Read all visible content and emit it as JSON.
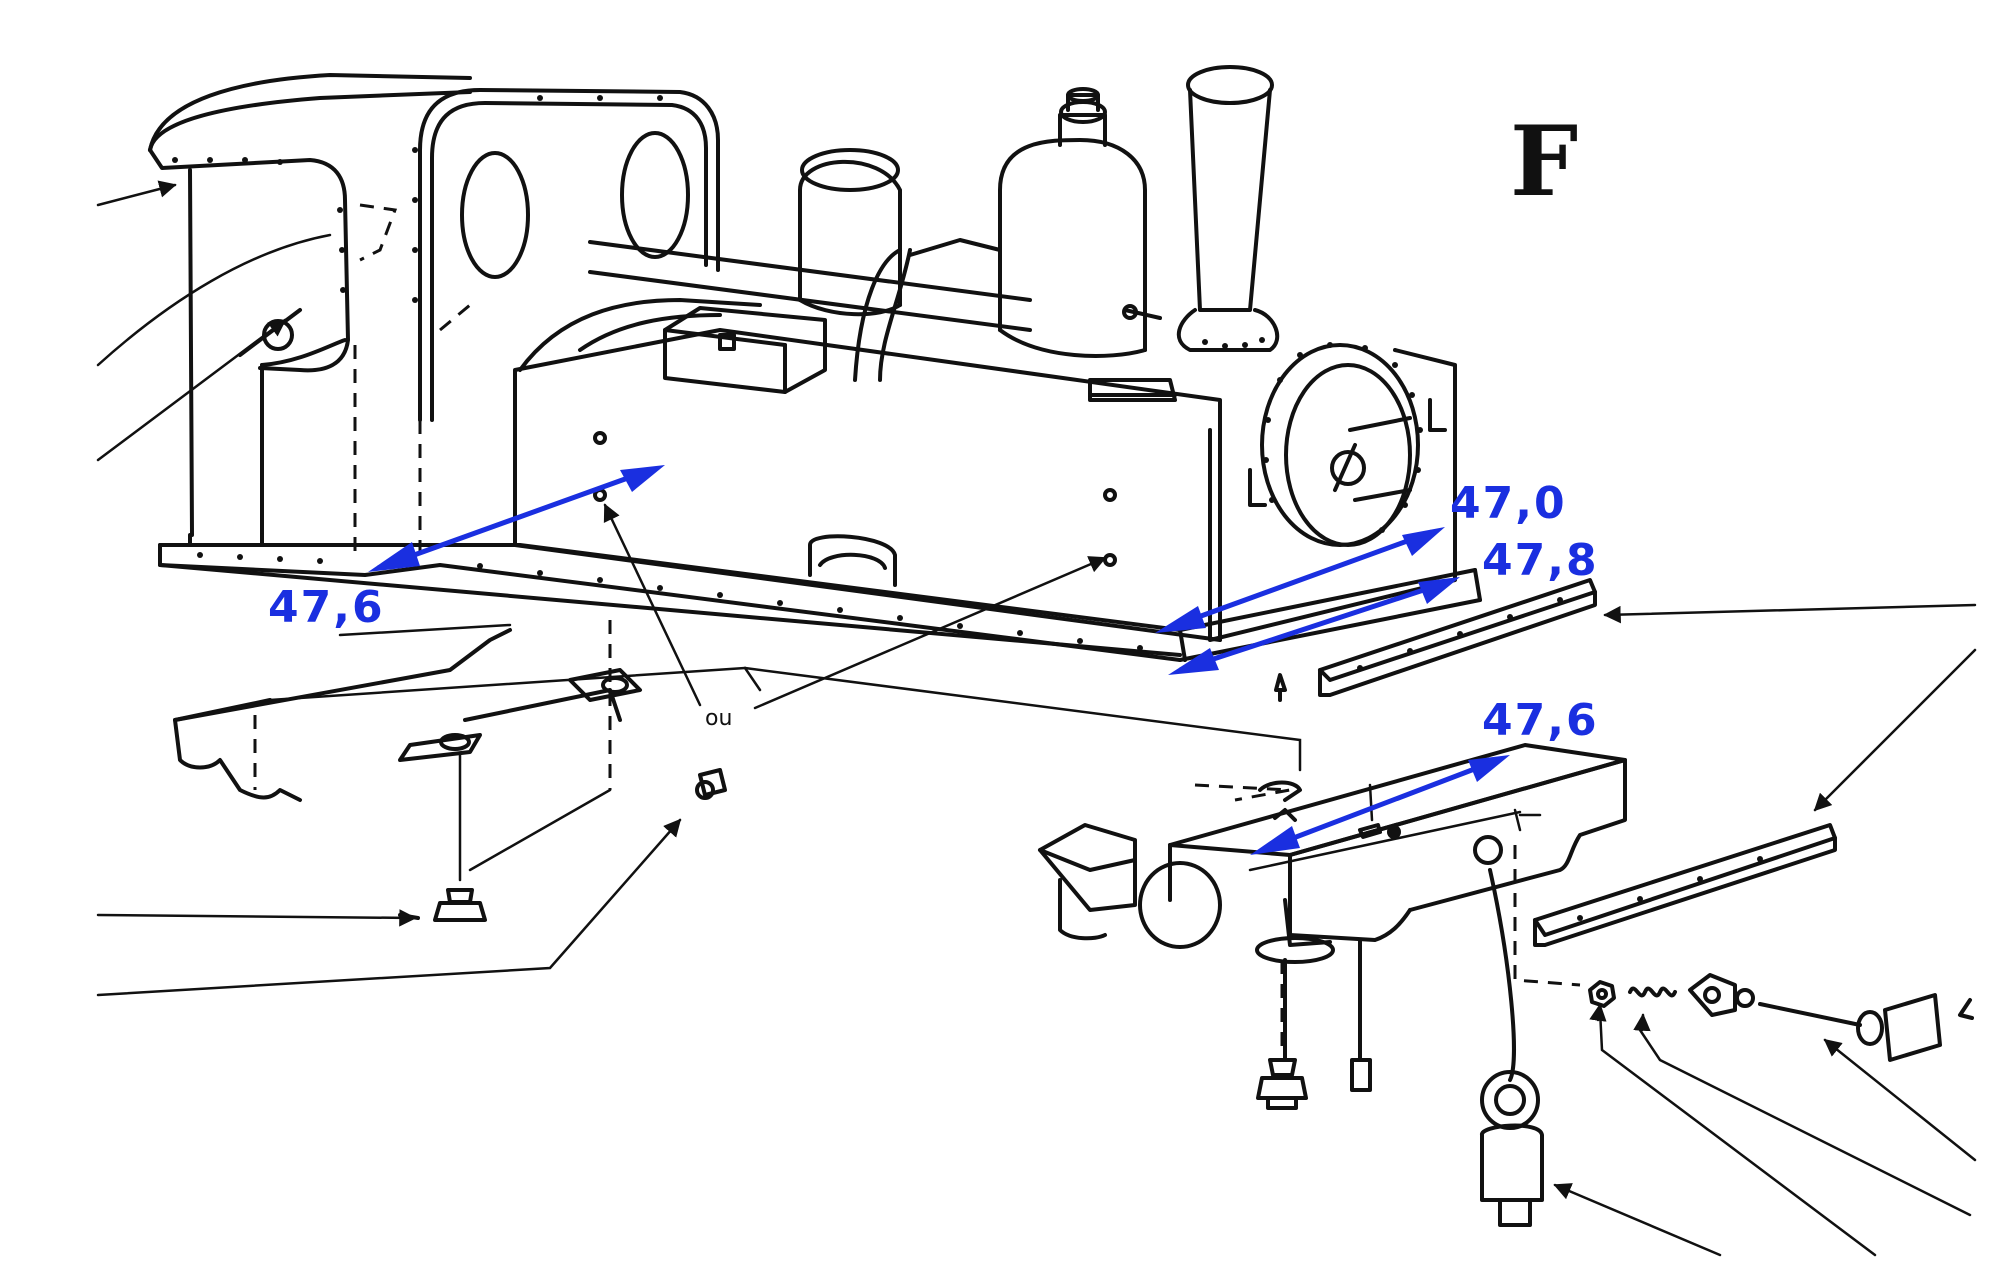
{
  "figure": {
    "section_letter": "F",
    "ou_label": "ou"
  },
  "dimensions": [
    {
      "id": "dim-cab-side",
      "label": "47,6"
    },
    {
      "id": "dim-front-top",
      "label": "47,0"
    },
    {
      "id": "dim-front-bottom",
      "label": "47,8"
    },
    {
      "id": "dim-bunker",
      "label": "47,6"
    }
  ],
  "colors": {
    "dimension": "#1a2fe0",
    "ink": "#111111"
  }
}
